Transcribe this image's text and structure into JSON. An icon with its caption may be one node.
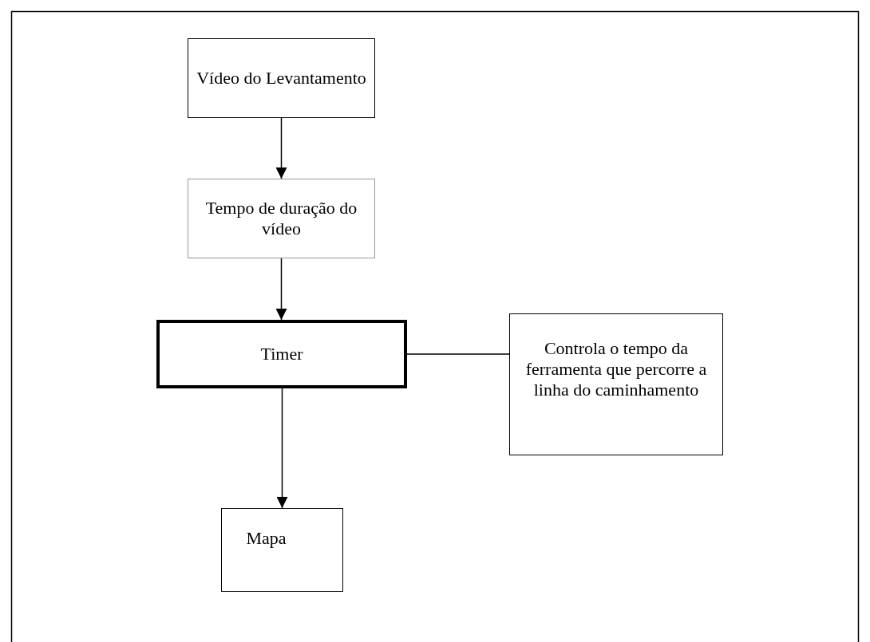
{
  "diagram": {
    "nodes": [
      {
        "text": [
          "Vídeo do Levantamento"
        ]
      },
      {
        "text": [
          "Tempo de duração do vídeo"
        ]
      },
      {
        "text": [
          "Timer"
        ]
      },
      {
        "text": [
          "Controla o tempo da ferramenta que percorre a linha do caminhamento"
        ]
      },
      {
        "text": [
          "Mapa"
        ]
      }
    ],
    "edges": [
      {
        "from": 0,
        "to": 1,
        "arrow": "to"
      },
      {
        "from": 1,
        "to": 2,
        "arrow": "to"
      },
      {
        "from": 2,
        "to": 3,
        "arrow": "none"
      },
      {
        "from": 2,
        "to": 4,
        "arrow": "to"
      }
    ]
  }
}
